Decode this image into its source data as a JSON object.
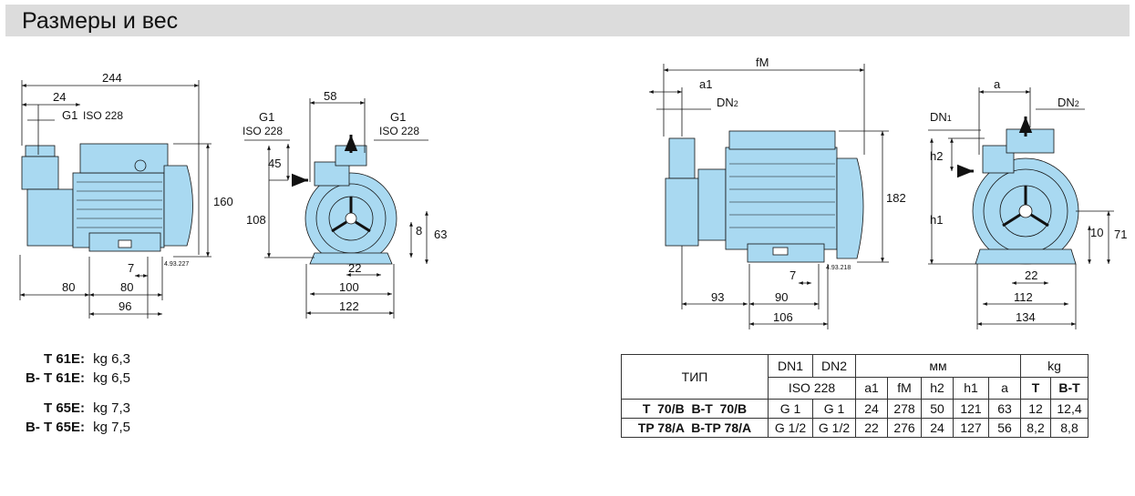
{
  "header": {
    "title": "Размеры и вес"
  },
  "colors": {
    "pump_body": "#a9d9f1",
    "pump_stroke": "#1a1a1a",
    "header_bg": "#dcdcdc"
  },
  "left_side_view": {
    "dims": {
      "overall": "244",
      "inlet_offset": "24",
      "height": "160",
      "base_left": "80",
      "foot_gap": "7",
      "foot_span": "80",
      "base_total": "96"
    },
    "thread_label": "G1",
    "thread_std": "ISO 228",
    "ref": "4.93.227"
  },
  "left_front_view": {
    "dims": {
      "port_spacing": "58",
      "h45": "45",
      "h108": "108",
      "h8": "8",
      "h63": "63",
      "foot_w": "22",
      "base_100": "100",
      "base_122": "122"
    },
    "thread_left": "G1",
    "thread_left_std": "ISO 228",
    "thread_right": "G1",
    "thread_right_std": "ISO 228"
  },
  "right_side_view": {
    "dims": {
      "fm": "fM",
      "a1": "a1",
      "dn2": "DN",
      "dn2_sub": "2",
      "height": "182",
      "foot_gap": "7",
      "d93": "93",
      "d90": "90",
      "d106": "106"
    },
    "ref": "4.93.218"
  },
  "right_front_view": {
    "dims": {
      "a": "a",
      "dn1": "DN",
      "dn1_sub": "1",
      "dn2": "DN",
      "dn2_sub": "2",
      "h2": "h2",
      "h1": "h1",
      "d10": "10",
      "d71": "71",
      "d22": "22",
      "d112": "112",
      "d134": "134"
    }
  },
  "weights": [
    {
      "code": "T 61E:",
      "value": " kg 6,3"
    },
    {
      "code": "B- T 61E:",
      "value": " kg 6,5"
    },
    {
      "code": "T 65E:",
      "value": " kg 7,3"
    },
    {
      "code": "B- T 65E:",
      "value": " kg 7,5"
    }
  ],
  "spec_table": {
    "type_header": "ТИП",
    "dn1": "DN1",
    "dn2": "DN2",
    "mm_header": "мм",
    "kg_header": "kg",
    "iso": "ISO 228",
    "cols": [
      "a1",
      "fM",
      "h2",
      "h1",
      "a"
    ],
    "kg_cols": [
      "T",
      "B-T"
    ],
    "rows": [
      {
        "type": "T  70/B  B-T  70/B",
        "dn1": "G 1",
        "dn2": "G 1",
        "a1": "24",
        "fM": "278",
        "h2": "50",
        "h1": "121",
        "a": "63",
        "t": "12",
        "bt": "12,4"
      },
      {
        "type": "TP 78/A  B-TP 78/A",
        "dn1": "G 1/2",
        "dn2": "G 1/2",
        "a1": "22",
        "fM": "276",
        "h2": "24",
        "h1": "127",
        "a": "56",
        "t": "8,2",
        "bt": "8,8"
      }
    ]
  }
}
